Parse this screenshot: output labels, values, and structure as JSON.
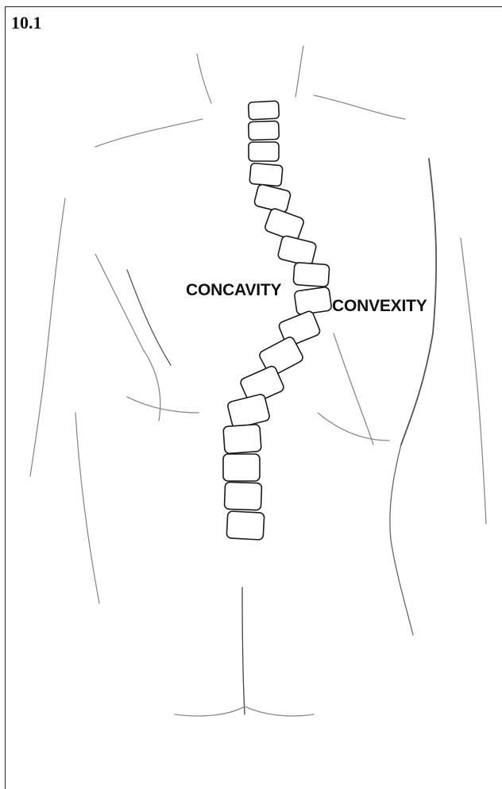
{
  "header": {
    "top_text": "",
    "figure_number": "10.1"
  },
  "labels": {
    "concavity": "CONCAVITY",
    "convexity": "CONVEXITY"
  },
  "colors": {
    "ink": "#111111",
    "sketch": "#8a8a8a",
    "background": "#ffffff"
  }
}
